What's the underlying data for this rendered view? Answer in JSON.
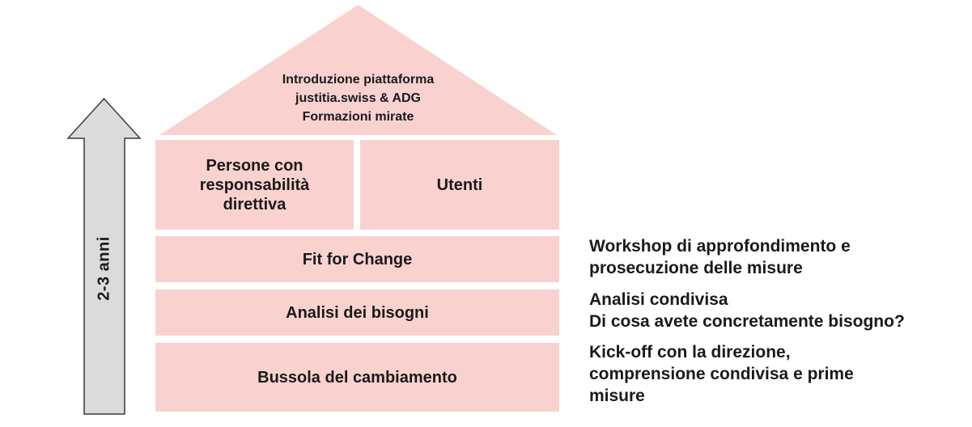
{
  "diagram": {
    "colors": {
      "pink": "#F9D2D0",
      "gray": "#DBDBDB",
      "border": "#3B3B3B",
      "text": "#1A1A1A"
    },
    "arrow": {
      "label": "2-3 anni"
    },
    "roof": {
      "text": "Introduzione piattaforma\njustitia.swiss & ADG\nFormazioni mirate"
    },
    "top_boxes": [
      {
        "label": "Persone con\nresponsabilità\ndirettiva"
      },
      {
        "label": "Utenti"
      }
    ],
    "rows": [
      {
        "label": "Fit for Change",
        "note": "Workshop di approfondimento e\nprosecuzione delle misure"
      },
      {
        "label": "Analisi dei bisogni",
        "note": "Analisi condivisa\nDi cosa avete concretamente bisogno?"
      },
      {
        "label": "Bussola del cambiamento",
        "note": "Kick-off con la direzione,\ncomprensione condivisa e prime\nmisure"
      }
    ]
  }
}
